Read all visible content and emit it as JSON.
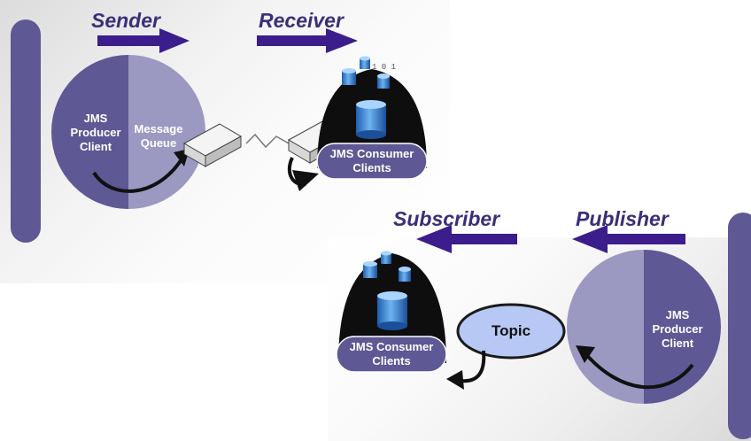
{
  "point_to_point": {
    "sender_label": "Sender",
    "receiver_label": "Receiver",
    "producer_label": "JMS Producer Client",
    "queue_label": "Message Queue",
    "consumer_label": "JMS Consumer Clients"
  },
  "pub_sub": {
    "subscriber_label": "Subscriber",
    "publisher_label": "Publisher",
    "topic_label": "Topic",
    "producer_label": "JMS Producer Client",
    "consumer_label": "JMS Consumer Clients"
  },
  "colors": {
    "purple_dark": "#5e5894",
    "purple_light": "#9b99c2",
    "arrow": "#3b1e8c",
    "topic_fill": "#b8c8f4",
    "cylinder": "#2f7fd0"
  }
}
